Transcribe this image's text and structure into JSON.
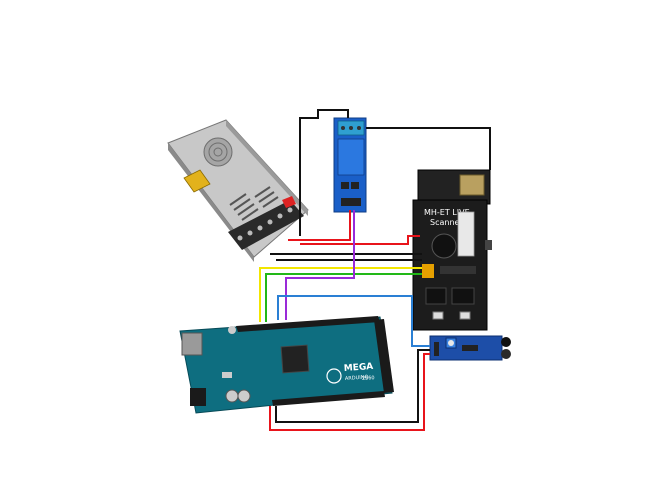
{
  "scanner": {
    "label_line1": "MH-ET LIVE",
    "label_line2": "Scanner"
  },
  "mega": {
    "logo_text": "MEGA",
    "brand_text": "ARDUINO",
    "model_text": "2560"
  },
  "colors": {
    "wire_black": "#111111",
    "wire_red": "#e8141b",
    "wire_yellow": "#f2e600",
    "wire_green": "#22b818",
    "wire_purple": "#9a2ad8",
    "wire_blue": "#2a7fd4",
    "arduino_board": "#0e6e80",
    "relay_board": "#1a5fc8",
    "scanner_board": "#1c1c1c",
    "psu_body": "#b4b4b4",
    "sensor_board": "#1d4ea8"
  }
}
